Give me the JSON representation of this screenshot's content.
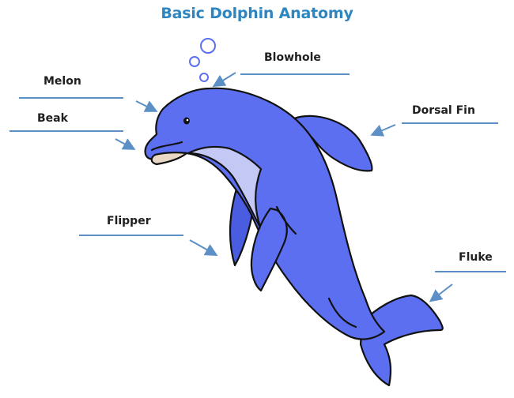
{
  "diagram": {
    "title": "Basic Dolphin Anatomy",
    "labels": {
      "melon": "Melon",
      "beak": "Beak",
      "blowhole": "Blowhole",
      "dorsal_fin": "Dorsal Fin",
      "flipper": "Flipper",
      "fluke": "Fluke"
    },
    "colors": {
      "title": "#2e86c1",
      "body": "#5c6ff0",
      "body_dark": "#4a5ce0",
      "belly": "#c4c8f4",
      "leader_lines": "#5b8fc6",
      "outline": "#111111"
    },
    "icons": [
      "bubble-icon",
      "dolphin-illustration",
      "arrow-icon"
    ]
  }
}
